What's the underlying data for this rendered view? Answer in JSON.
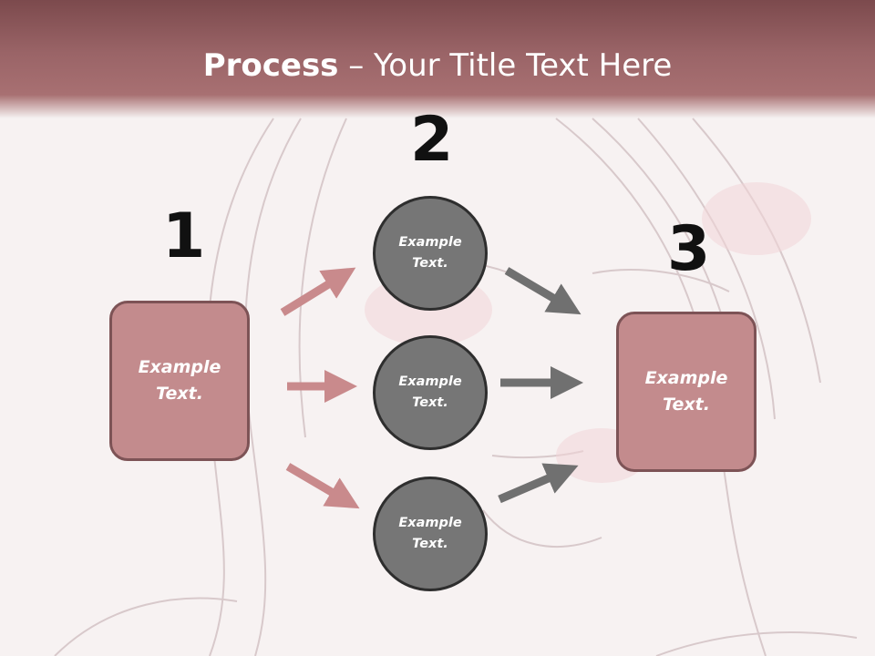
{
  "header": {
    "title_bold": "Process",
    "title_rest": " – Your Title Text Here"
  },
  "steps": {
    "one": {
      "number": "1",
      "text": "Example\nText."
    },
    "two": {
      "number": "2",
      "circles": [
        {
          "text": "Example\nText."
        },
        {
          "text": "Example\nText."
        },
        {
          "text": "Example\nText."
        }
      ]
    },
    "three": {
      "number": "3",
      "text": "Example\nText."
    }
  },
  "colors": {
    "header": "#9a6467",
    "box_fill": "#c38b8d",
    "box_border": "#7d5356",
    "circle_fill": "#767676",
    "circle_border": "#2e2e2e",
    "arrow_pink": "#c98a8c",
    "arrow_gray": "#707070"
  }
}
